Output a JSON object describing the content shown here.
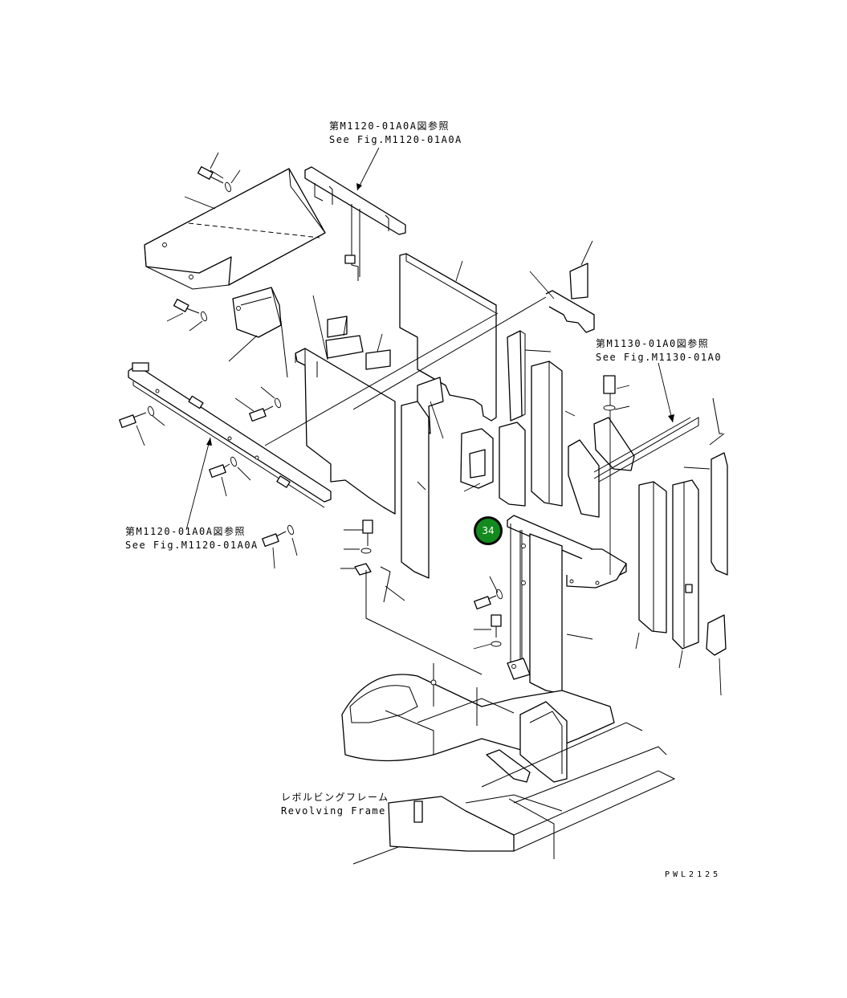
{
  "refs": {
    "ref_top": {
      "jp": "第M1120-01A0A図参照",
      "en": "See Fig.M1120-01A0A"
    },
    "ref_right": {
      "jp": "第M1130-01A0図参照",
      "en": "See Fig.M1130-01A0"
    },
    "ref_left": {
      "jp": "第M1120-01A0A図参照",
      "en": "See Fig.M1120-01A0A"
    }
  },
  "frame_label": {
    "jp": "レボルビングフレーム",
    "en": "Revolving Frame"
  },
  "drawing_code": "PWL2125",
  "callout": {
    "number": "34",
    "color": "#138a1e"
  }
}
